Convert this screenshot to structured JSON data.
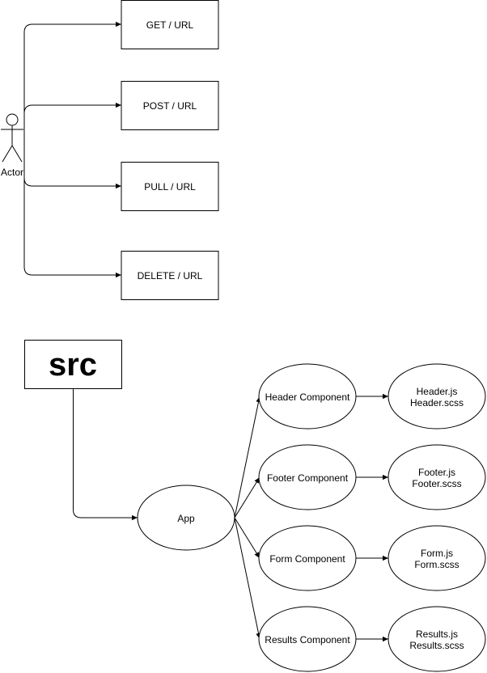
{
  "actor": {
    "label": "Actor"
  },
  "requests": [
    {
      "label": "GET / URL"
    },
    {
      "label": "POST / URL"
    },
    {
      "label": "PULL / URL"
    },
    {
      "label": "DELETE / URL"
    }
  ],
  "src": {
    "label": "src"
  },
  "app": {
    "label": "App"
  },
  "components": [
    {
      "label": "Header Component",
      "files": [
        "Header.js",
        "Header.scss"
      ]
    },
    {
      "label": "Footer Component",
      "files": [
        "Footer.js",
        "Footer.scss"
      ]
    },
    {
      "label": "Form Component",
      "files": [
        "Form.js",
        "Form.scss"
      ]
    },
    {
      "label": "Results Component",
      "files": [
        "Results.js",
        "Results.scss"
      ]
    }
  ]
}
